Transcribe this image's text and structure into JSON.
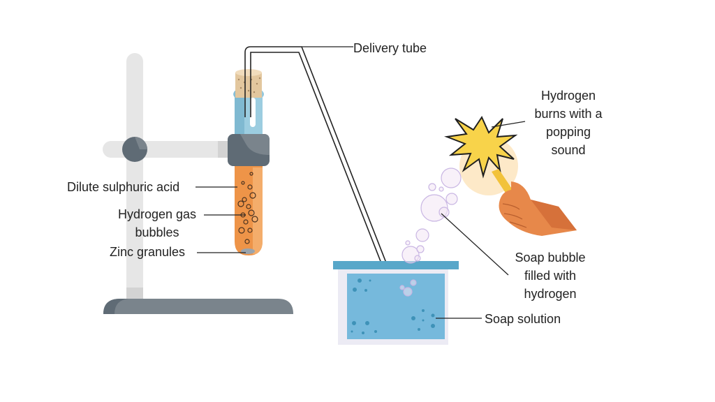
{
  "title": "Preparation and test of hydrogen gas",
  "labels": {
    "delivery_tube": "Delivery tube",
    "dilute_acid": "Dilute sulphuric acid",
    "gas_bubbles_line1": "Hydrogen gas",
    "gas_bubbles_line2": "bubbles",
    "zinc": "Zinc granules",
    "burns_line1": "Hydrogen",
    "burns_line2": "burns with a",
    "burns_line3": "popping",
    "burns_line4": "sound",
    "soap_bubble_line1": "Soap bubble",
    "soap_bubble_line2": "filled with",
    "soap_bubble_line3": "hydrogen",
    "soap_solution": "Soap solution"
  },
  "colors": {
    "stand_light": "#e6e6e6",
    "stand_dark": "#5f6b75",
    "clamp": "#5f6b75",
    "tube_glass": "#9ccde0",
    "acid": "#ee9448",
    "cork": "#e3c79e",
    "trough_rim": "#58a7c9",
    "water": "#76b9dc",
    "spark": "#f8d34a",
    "hand": "#e7884a"
  }
}
